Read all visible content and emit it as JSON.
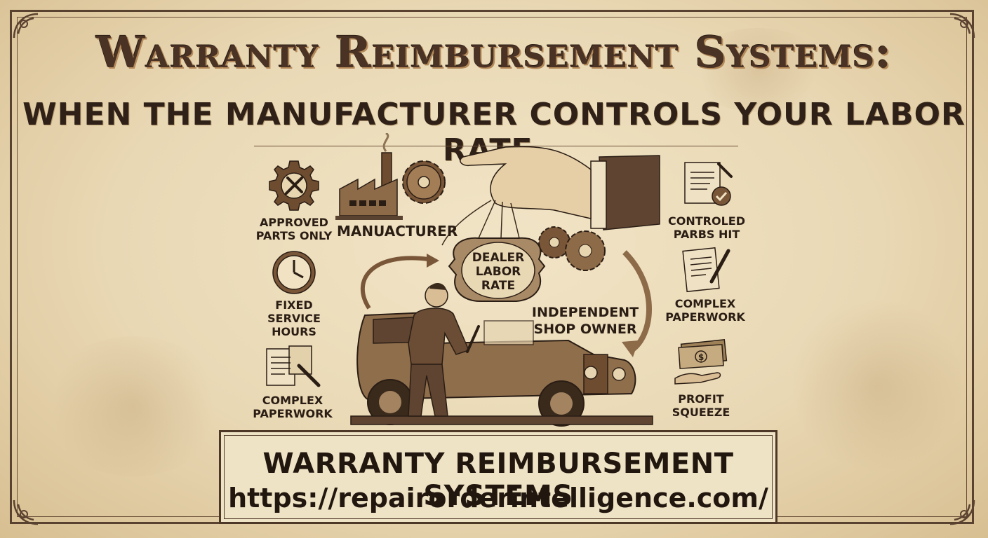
{
  "title": {
    "main": "Warranty Reimbursement Systems:",
    "sub": "WHEN THE MANUFACTURER CONTROLS YOUR LABOR RATE."
  },
  "left_panel": [
    {
      "icon": "gear-tools-icon",
      "label_lines": [
        "APPROVED",
        "PARTS ONLY"
      ]
    },
    {
      "icon": "clock-icon",
      "label_lines": [
        "FIXED",
        "SERVICE",
        "HOURS"
      ]
    },
    {
      "icon": "clipboard-pen-icon",
      "label_lines": [
        "COMPLEX",
        "PAPERWORK"
      ]
    }
  ],
  "right_panel": [
    {
      "icon": "checklist-icon",
      "label_lines": [
        "CONTROLED",
        "PARBS HIT"
      ]
    },
    {
      "icon": "document-pen-icon",
      "label_lines": [
        "COMPLEX",
        "PAPERWORK"
      ]
    },
    {
      "icon": "money-hand-icon",
      "label_lines": [
        "PROFIT",
        "SQUEEZE"
      ]
    }
  ],
  "illustration": {
    "manufacturer_label": "MANUACTURER",
    "tag_lines": [
      "DEALER",
      "LABOR",
      "RATE"
    ],
    "shop_owner_lines": [
      "INDEPENDENT",
      "SHOP OWNER"
    ]
  },
  "footer": {
    "title": "WARRANTY REIMBURSEMENT SYSTEMS",
    "url": "https://repairorderintelligence.com/"
  },
  "colors": {
    "paper": "#ecdcb9",
    "ink": "#2a1d14",
    "sepia": "#7a5638"
  }
}
